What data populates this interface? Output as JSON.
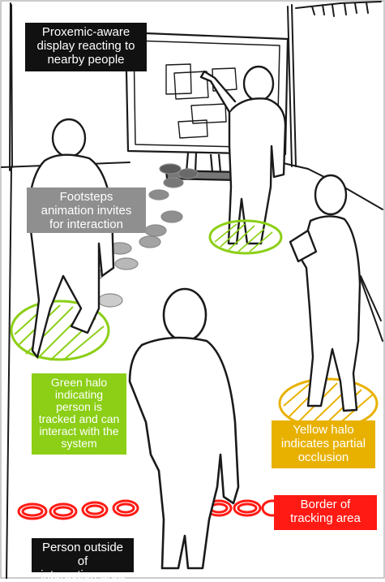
{
  "captions": {
    "display": [
      "Proxemic-aware",
      "display reacting to",
      "nearby people"
    ],
    "footsteps": [
      "Footsteps",
      "animation invites",
      "for interaction"
    ],
    "green_halo": [
      "Green halo",
      "indicating",
      "person is",
      "tracked and can",
      "interact with the",
      "system"
    ],
    "yellow_halo": [
      "Yellow halo",
      "indicates partial",
      "occlusion"
    ],
    "border": [
      "Border of",
      "tracking area"
    ],
    "outside": [
      "Person outside of",
      "interaction area"
    ]
  },
  "colors": {
    "display_caption": "#111111",
    "footsteps_caption": "#8f8f8f",
    "green_halo": "#8ccf16",
    "yellow_halo": "#e8b100",
    "border": "#ff1a14",
    "outside_caption": "#111111",
    "ink": "#1a1a1a"
  }
}
